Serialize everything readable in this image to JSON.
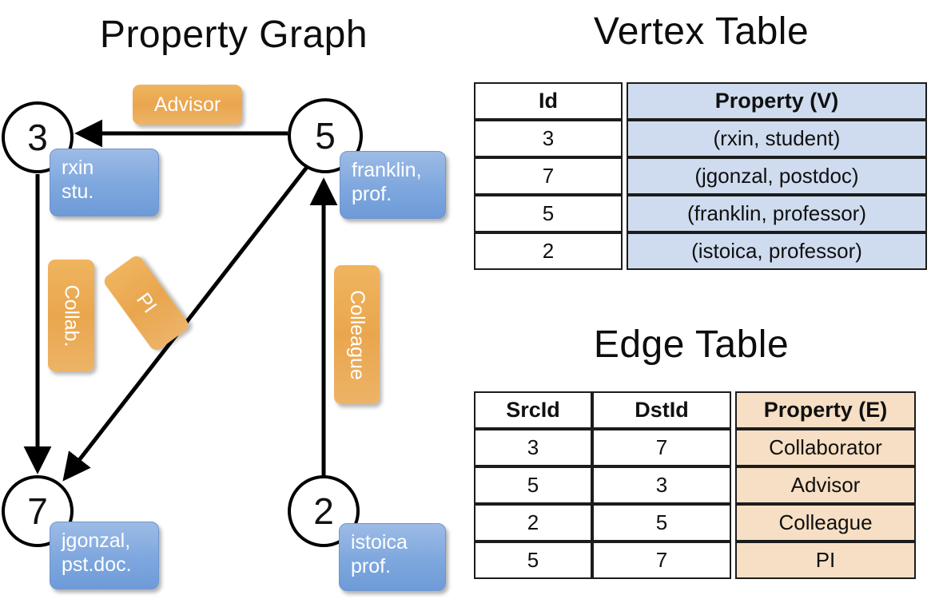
{
  "titles": {
    "property_graph": "Property Graph",
    "vertex_table": "Vertex Table",
    "edge_table": "Edge Table"
  },
  "colors": {
    "vertex_property_fill": "#cfdcef",
    "edge_property_fill": "#f6dfc4",
    "vertex_box_fill": "#7ea7de",
    "edge_label_fill": "#e9a64e",
    "node_stroke": "#000000",
    "table_border": "#1c1c1c"
  },
  "graph": {
    "nodes": [
      {
        "id": "3",
        "property_lines": [
          "rxin",
          "stu."
        ]
      },
      {
        "id": "5",
        "property_lines": [
          "franklin,",
          "prof."
        ]
      },
      {
        "id": "7",
        "property_lines": [
          "jgonzal,",
          "pst.doc."
        ]
      },
      {
        "id": "2",
        "property_lines": [
          "istoica",
          "prof."
        ]
      }
    ],
    "edge_labels": [
      {
        "name": "advisor",
        "text": "Advisor",
        "orientation": "horizontal"
      },
      {
        "name": "collab",
        "text": "Collab.",
        "orientation": "vertical"
      },
      {
        "name": "pi",
        "text": "PI",
        "orientation": "rotated"
      },
      {
        "name": "colleague",
        "text": "Colleague",
        "orientation": "vertical"
      }
    ],
    "edges": [
      {
        "from": "5",
        "to": "3",
        "label": "Advisor"
      },
      {
        "from": "3",
        "to": "7",
        "label": "Collab."
      },
      {
        "from": "5",
        "to": "7",
        "label": "PI"
      },
      {
        "from": "2",
        "to": "5",
        "label": "Colleague"
      }
    ]
  },
  "vertex_table": {
    "headers": [
      "Id",
      "Property (V)"
    ],
    "rows": [
      {
        "id": "3",
        "property": "(rxin, student)"
      },
      {
        "id": "7",
        "property": "(jgonzal, postdoc)"
      },
      {
        "id": "5",
        "property": "(franklin, professor)"
      },
      {
        "id": "2",
        "property": "(istoica, professor)"
      }
    ]
  },
  "edge_table": {
    "headers": [
      "SrcId",
      "DstId",
      "Property (E)"
    ],
    "rows": [
      {
        "src": "3",
        "dst": "7",
        "property": "Collaborator"
      },
      {
        "src": "5",
        "dst": "3",
        "property": "Advisor"
      },
      {
        "src": "2",
        "dst": "5",
        "property": "Colleague"
      },
      {
        "src": "5",
        "dst": "7",
        "property": "PI"
      }
    ]
  }
}
